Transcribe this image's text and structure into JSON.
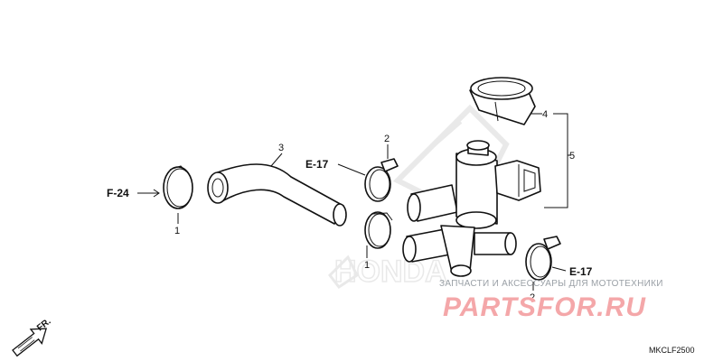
{
  "callouts": {
    "c1a": "1",
    "c1b": "1",
    "c2a": "2",
    "c2b": "2",
    "c3": "3",
    "c4": "4",
    "c5": "5"
  },
  "refs": {
    "f24": "F-24",
    "e17_top": "E-17",
    "e17_bottom": "E-17",
    "fr": "FR."
  },
  "diagram_code": "MKCLF2500",
  "watermark": {
    "top_line": "ЗАПЧАСТИ И АКСЕССУАРЫ ДЛЯ МОТОТЕХНИКИ",
    "site": "PARTSFOR.RU",
    "brand": "HONDA"
  }
}
